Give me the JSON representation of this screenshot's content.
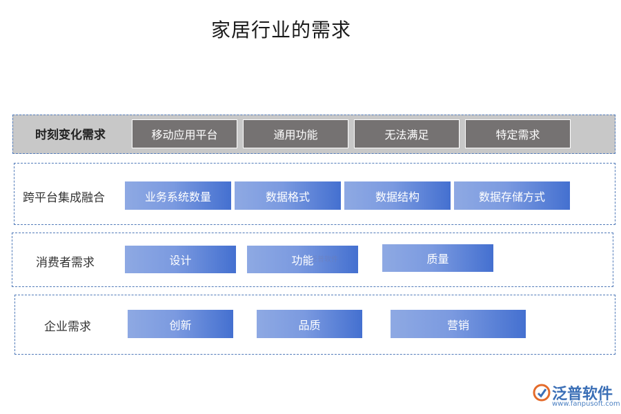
{
  "title": "家居行业的需求",
  "rows": [
    {
      "label": "时刻变化需求",
      "items": [
        "移动应用平台",
        "通用功能",
        "无法满足",
        "特定需求"
      ]
    },
    {
      "label": "跨平台集成融合",
      "items": [
        "业务系统数量",
        "数据格式",
        "数据结构",
        "数据存储方式"
      ]
    },
    {
      "label": "消费者需求",
      "items": [
        "设计",
        "功能",
        "质量"
      ]
    },
    {
      "label": "企业需求",
      "items": [
        "创新",
        "品质",
        "营销"
      ]
    }
  ],
  "watermark": {
    "center": "泛普软件",
    "logo_text": "泛普软件",
    "url": "www.fanpusoft.com"
  },
  "colors": {
    "gray_box": "#757272",
    "row1_bg": "#c8c8c8",
    "blue_start": "#8ea9e3",
    "blue_end": "#4470d0",
    "dash": "#4f79b8"
  }
}
